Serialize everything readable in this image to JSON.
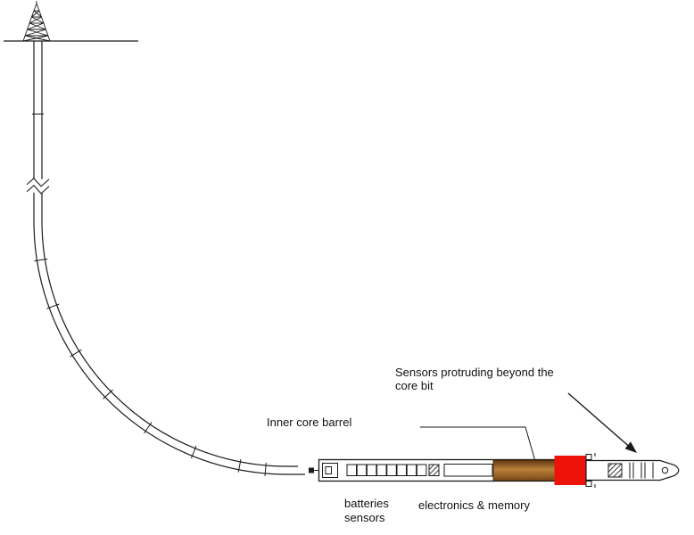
{
  "figure": {
    "labels": {
      "sensors_protruding": "Sensors protruding beyond the core bit",
      "inner_core_barrel": "Inner core barrel",
      "batteries": "batteries",
      "sensors": "sensors",
      "electronics_memory": "electronics & memory"
    },
    "colors": {
      "core_bit": "#ee1309",
      "barrel_dark": "#5f3710",
      "barrel_light": "#b97f3b",
      "barrel_dark2": "#7a4a18",
      "ink": "#1a1a1a"
    }
  }
}
